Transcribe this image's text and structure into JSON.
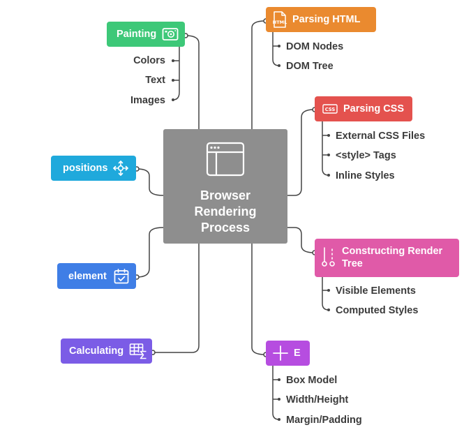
{
  "center": {
    "title_lines": [
      "Browser",
      "Rendering",
      "Process"
    ],
    "icon": "browser-window-icon",
    "color": "#8e8e8e"
  },
  "nodes": {
    "painting": {
      "label": "Painting",
      "icon": "painting-icon",
      "color": "#3dc878",
      "children": [
        "Colors",
        "Text",
        "Images"
      ]
    },
    "positions": {
      "label": "positions",
      "icon": "move-arrows-icon",
      "color": "#1fa9dc",
      "children": []
    },
    "element": {
      "label": "element",
      "icon": "calendar-check-icon",
      "color": "#3f7ee6",
      "children": []
    },
    "calculating": {
      "label": "Calculating",
      "icon": "table-sum-icon",
      "color": "#7b5ce6",
      "children": []
    },
    "parsing_html": {
      "label": "Parsing HTML",
      "icon": "html-file-icon",
      "color": "#ea8a2f",
      "children": [
        "DOM Nodes",
        "DOM Tree"
      ]
    },
    "parsing_css": {
      "label": "Parsing CSS",
      "icon": "css-file-icon",
      "color": "#e4524e",
      "children": [
        "External CSS Files",
        "<style> Tags",
        "Inline Styles"
      ]
    },
    "render_tree": {
      "label_lines": [
        "Constructing Render",
        "Tree"
      ],
      "icon": "branch-icon",
      "color": "#e05aa8",
      "children": [
        "Visible Elements",
        "Computed Styles"
      ]
    },
    "layout_e": {
      "label": "E",
      "icon": "plus-cross-icon",
      "color": "#b64de0",
      "children": [
        "Box Model",
        "Width/Height",
        "Margin/Padding"
      ]
    }
  },
  "line_color": "#444444"
}
